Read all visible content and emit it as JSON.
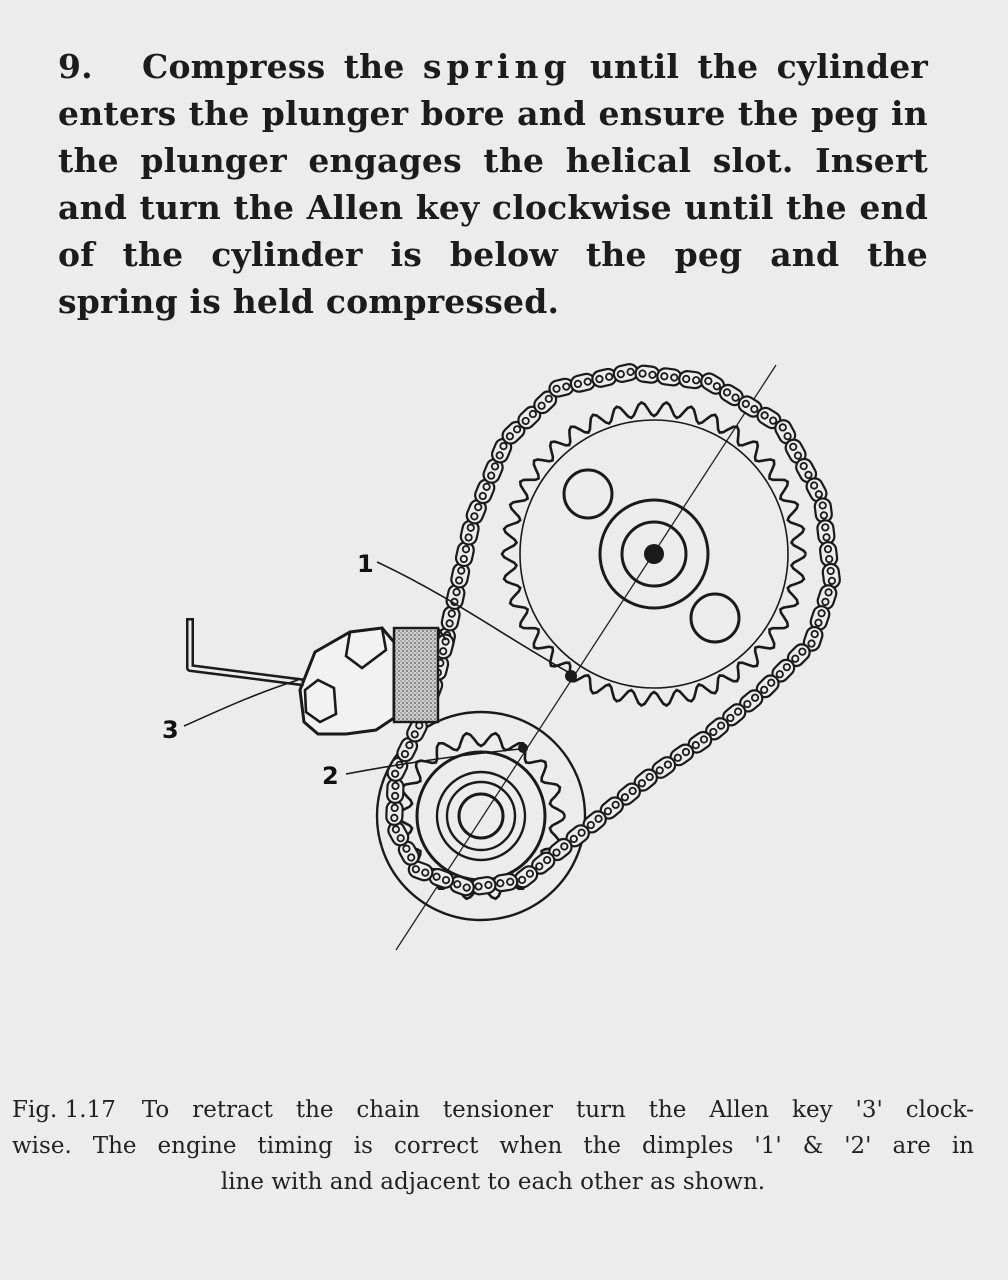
{
  "step": {
    "number": "9.",
    "text_a": "Compress the ",
    "text_b": "spring",
    "text_c": " until the cylinder enters the plunger bore and ensure the peg in the plunger engages the helical slot. Insert and turn the Allen key clockwise until the end of the cylinder is below the peg and the spring is held compressed."
  },
  "figure": {
    "callouts": {
      "one": "1",
      "two": "2",
      "three": "3"
    },
    "colors": {
      "ink": "#1a1a1a",
      "paper": "#ececec",
      "tensioner_shade": "#9a9a9a"
    }
  },
  "caption": {
    "label": "Fig. 1.17",
    "line1": "To retract the chain tensioner turn the Allen key '3' clock-",
    "line2": "wise. The engine timing is correct when the dimples '1' & '2' are in",
    "line3": "line with and adjacent to each other as shown."
  }
}
